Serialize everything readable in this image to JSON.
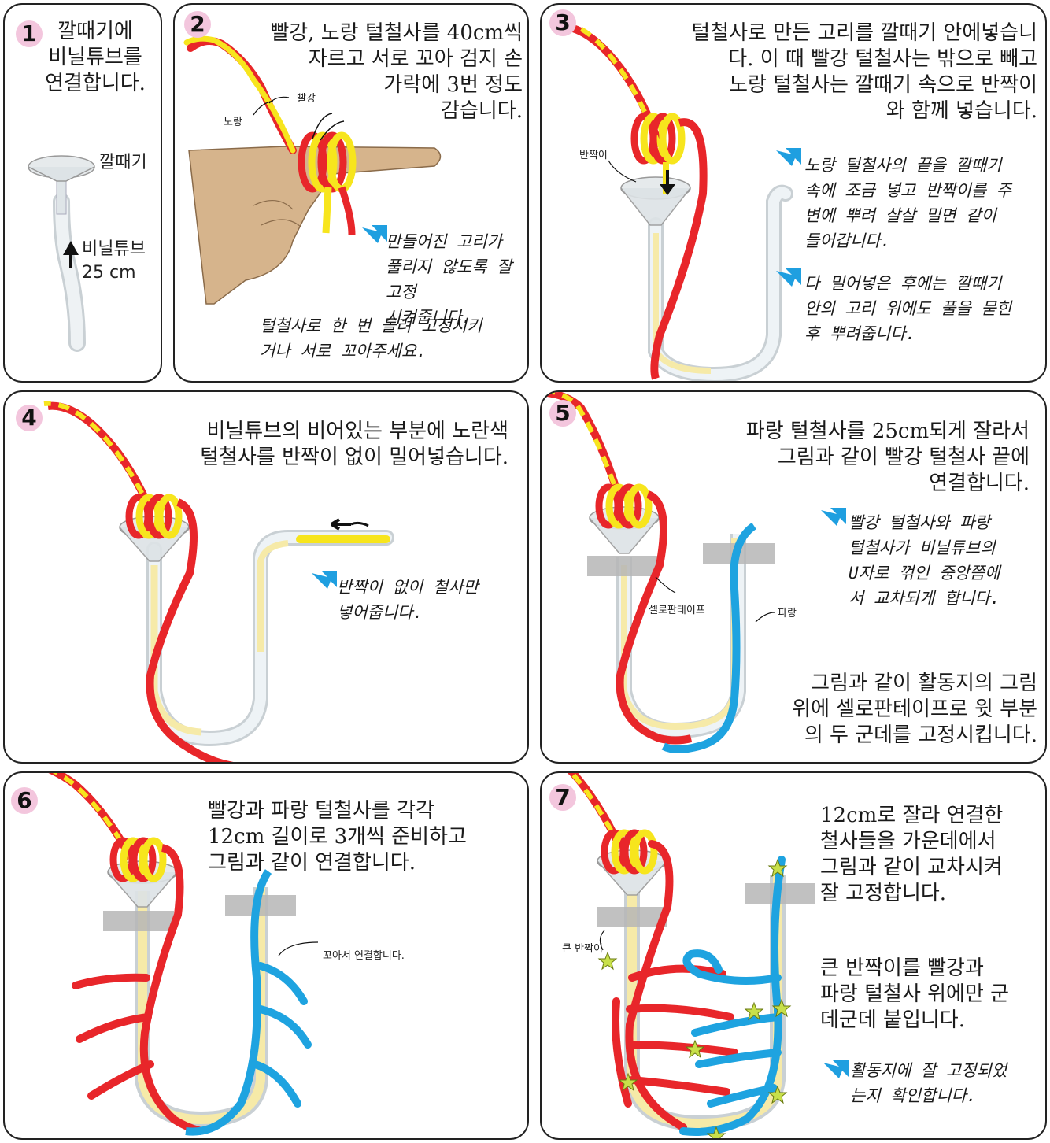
{
  "steps": [
    {
      "num": "1",
      "text": "깔때기에\n비닐튜브를\n연결합니다.",
      "label_funnel": "깔때기",
      "label_tube": "비닐튜브\n25 cm"
    },
    {
      "num": "2",
      "text": "빨강, 노랑 털철사를 40cm씩\n자르고 서로 꼬아 검지 손\n가락에 3번 정도\n감습니다.",
      "label_red": "빨강",
      "label_yellow": "노랑",
      "tip": "만들어진 고리가\n풀리지 않도록 잘 고정\n시켜줍니다.",
      "tip2": "털철사로 한 번 돌려 고정시키\n거나 서로 꼬아주세요."
    },
    {
      "num": "3",
      "text": "털철사로 만든 고리를 깔때기 안에넣습니\n다. 이 때 빨강 털철사는 밖으로 빼고\n노랑 털철사는 깔때기 속으로 반짝이\n와 함께 넣습니다.",
      "label_glitter": "반짝이",
      "tip": "노랑 털철사의 끝을 깔때기\n속에 조금 넣고 반짝이를 주\n변에 뿌려 살살 밀면 같이\n들어갑니다.",
      "tip2": "다 밀어넣은 후에는 깔때기\n안의 고리 위에도 풀을 묻힌\n후 뿌려줍니다."
    },
    {
      "num": "4",
      "text": "비닐튜브의 비어있는 부분에 노란색\n털철사를 반짝이 없이 밀어넣습니다.",
      "tip": "반짝이 없이 철사만\n넣어줍니다."
    },
    {
      "num": "5",
      "text": "파랑 털철사를 25cm되게 잘라서\n그림과 같이 빨강 털철사 끝에\n연결합니다.",
      "tip": "빨강 털철사와 파랑\n털철사가 비닐튜브의\nU자로 꺾인 중앙쯤에\n서 교차되게 합니다.",
      "label_tape": "셀로판테이프",
      "label_blue": "파랑",
      "text2": "그림과 같이 활동지의 그림\n위에 셀로판테이프로 윗 부분\n의 두 군데를 고정시킵니다."
    },
    {
      "num": "6",
      "text": "빨강과 파랑 털철사를 각각\n12cm 길이로 3개씩 준비하고\n그림과 같이 연결합니다.",
      "label_twist": "꼬아서 연결합니다."
    },
    {
      "num": "7",
      "text": "12cm로 잘라 연결한\n철사들을 가운데에서\n그림과 같이 교차시켜\n잘 고정합니다.",
      "text2": "큰 반짝이를 빨강과\n파랑 털철사 위에만 군\n데군데 붙입니다.",
      "label_glitter": "큰 반짝이",
      "tip": "활동지에 잘 고정되었\n는지 확인합니다."
    }
  ],
  "colors": {
    "red": "#e8262a",
    "yellow": "#f7e51d",
    "blue": "#1ea3e0",
    "tube": "#e9eef0",
    "badge": "#f3c6dd",
    "skin": "#d6b48c",
    "arrow": "#1f9fe0"
  }
}
